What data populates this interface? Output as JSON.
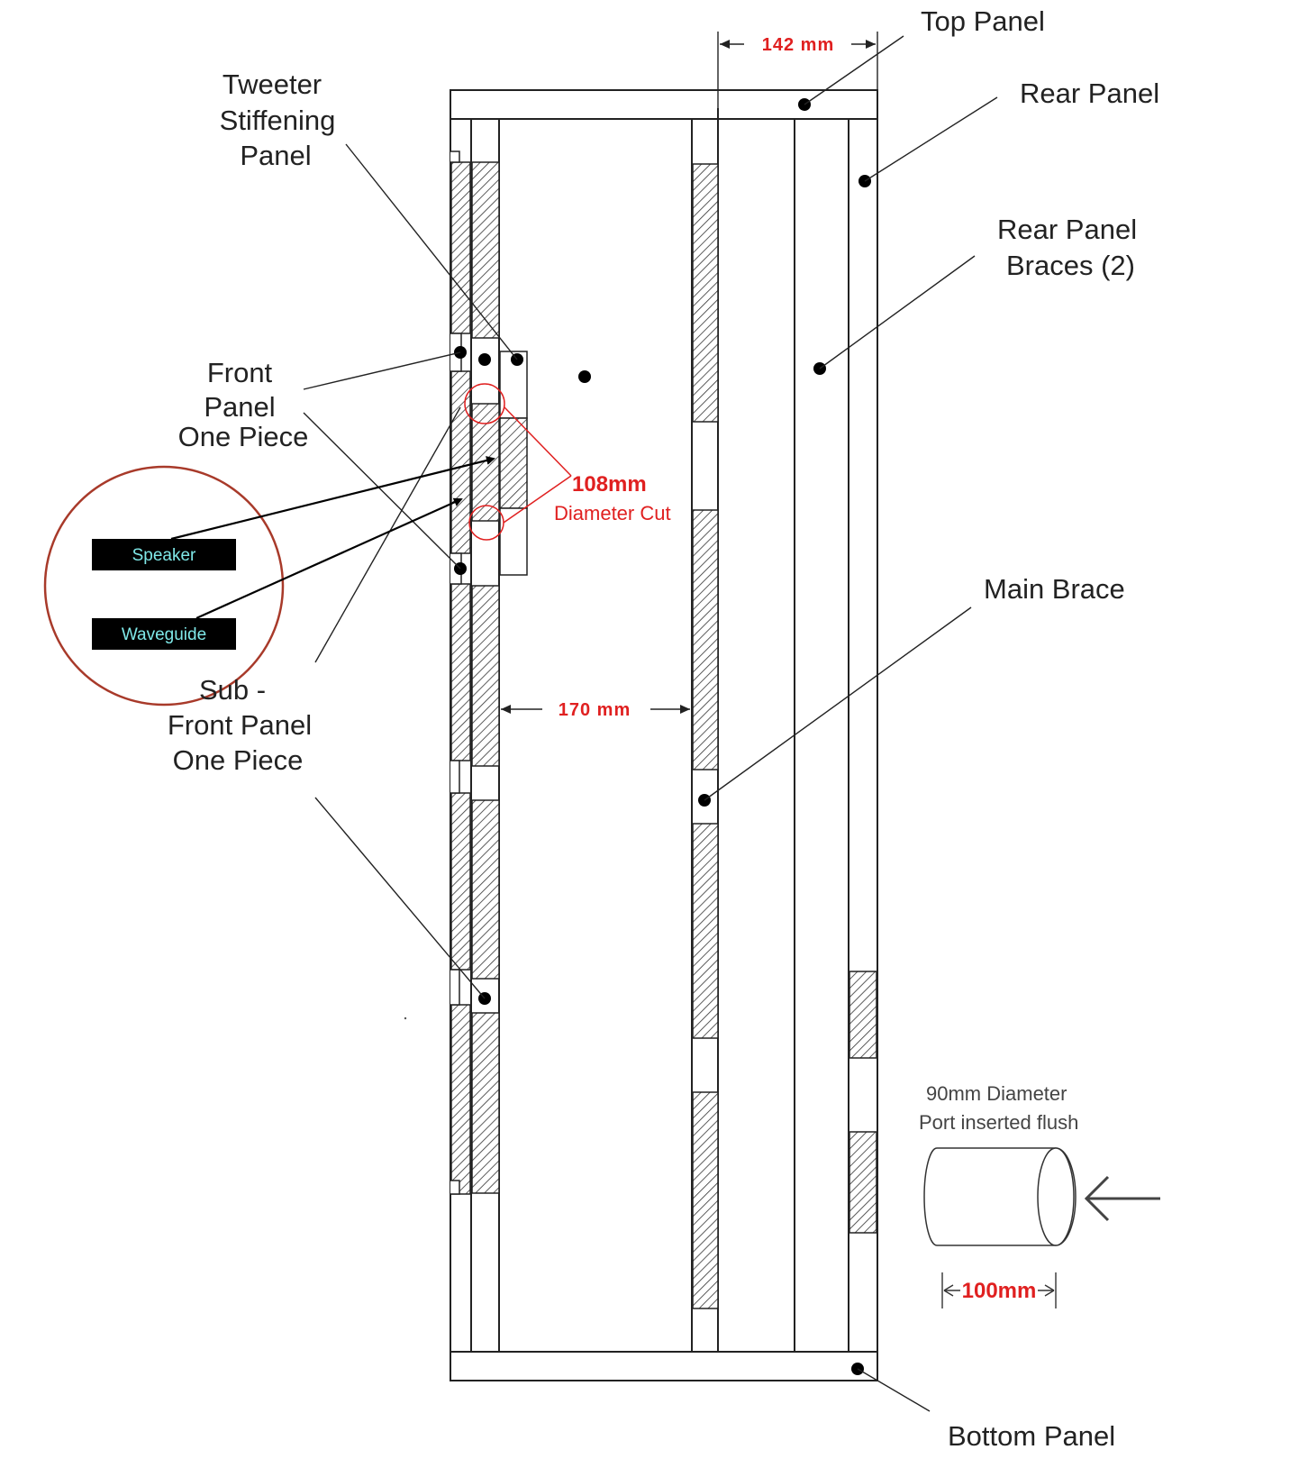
{
  "labels": {
    "top_panel": "Top Panel",
    "rear_panel": "Rear Panel",
    "rear_panel_braces_l1": "Rear Panel",
    "rear_panel_braces_l2": "Braces (2)",
    "tweeter_l1": "Tweeter",
    "tweeter_l2": "Stiffening",
    "tweeter_l3": "Panel",
    "front_l1": "Front",
    "front_l2": "Panel",
    "front_l3": "One Piece",
    "sub_l1": "Sub -",
    "sub_l2": "Front  Panel",
    "sub_l3": "One Piece",
    "main_brace": "Main Brace",
    "bottom_panel": "Bottom Panel",
    "port_l1": "90mm Diameter",
    "port_l2": "Port inserted flush"
  },
  "dimensions": {
    "width_top": "142 mm",
    "width_inner": "170 mm",
    "cut_size": "108mm",
    "cut_label": "Diameter Cut",
    "port_length": "100mm"
  },
  "callout": {
    "speaker": "Speaker",
    "waveguide": "Waveguide"
  },
  "colors": {
    "dimension_red": "#e02020",
    "callout_ring": "#a83a2a",
    "tag_bg": "#000000",
    "tag_text": "#7fe8e8"
  }
}
